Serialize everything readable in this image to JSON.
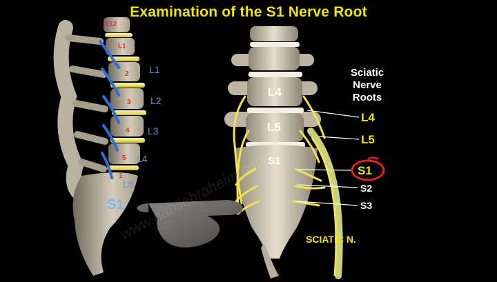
{
  "title": "Examination of the S1 Nerve Root",
  "colors": {
    "title": "#f2e600",
    "left_labels": "#5b8fe0",
    "center_labels": "#ffffff",
    "root_labels": "#f2e600",
    "highlight_circle": "#e0261c",
    "bone": "#d9d2bf",
    "disc": "#e8d03a",
    "nerve": "#e6d83a"
  },
  "left_spine": {
    "top_vertebra": "T12",
    "vertebra_numbers": [
      "L1",
      "2",
      "3",
      "4",
      "5",
      "1"
    ],
    "nerve_labels": [
      "L1",
      "L2",
      "L3",
      "L4",
      "L5"
    ],
    "sacrum_label": "S1"
  },
  "center_spine": {
    "vertebrae": [
      "L4",
      "L5",
      "S1"
    ]
  },
  "sciatic_caption": [
    "Sciatic",
    "Nerve",
    "Roots"
  ],
  "root_labels": {
    "l4": "L4",
    "l5": "L5",
    "s1": "S1",
    "s2": "S2",
    "s3": "S3"
  },
  "sciatic_n": "SCIATIC N.",
  "watermark": "www.nabilebraheim.com",
  "icons": [
    "pointing-hand-icon",
    "highlight-circle-icon"
  ]
}
